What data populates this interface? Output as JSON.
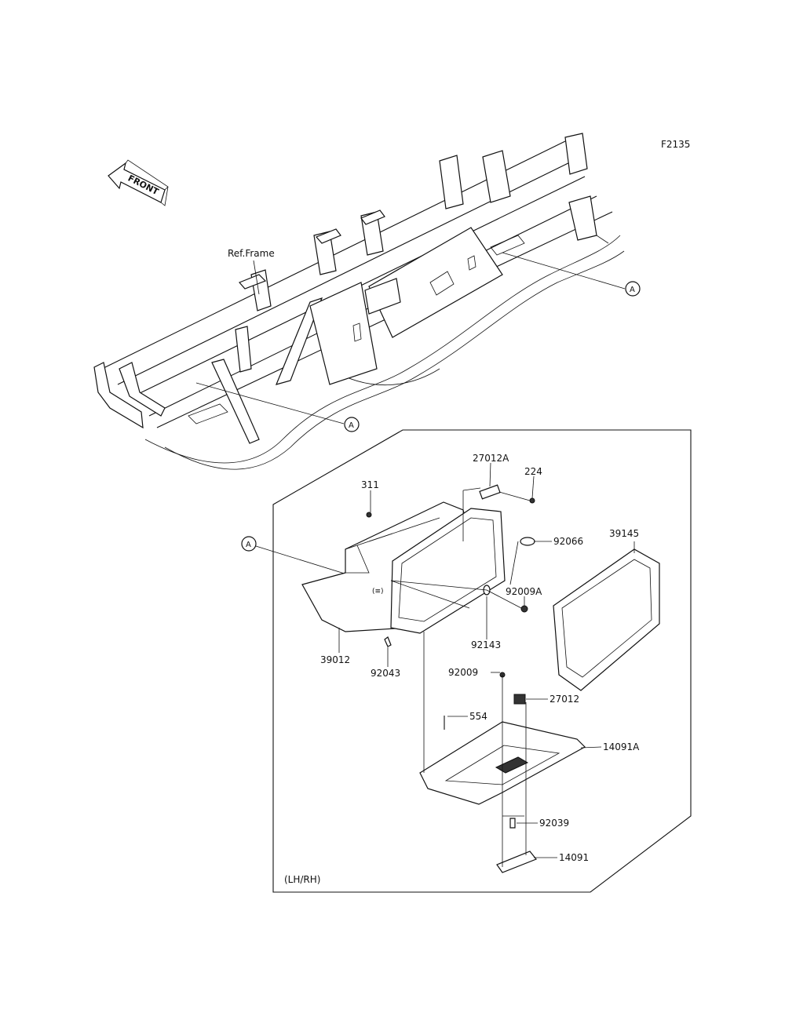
{
  "figure_code": "F2135",
  "direction_label": "FRONT",
  "frame_ref": "Ref.Frame",
  "ref_marker": "A",
  "side_note": "(LH/RH)",
  "callouts": [
    {
      "id": "270l2a",
      "text": "27012A"
    },
    {
      "id": "224",
      "text": "224"
    },
    {
      "id": "311",
      "text": "311"
    },
    {
      "id": "92066",
      "text": "92066"
    },
    {
      "id": "39145",
      "text": "39145"
    },
    {
      "id": "92009a",
      "text": "92009A"
    },
    {
      "id": "92143",
      "text": "92143"
    },
    {
      "id": "39012",
      "text": "39012"
    },
    {
      "id": "92043",
      "text": "92043"
    },
    {
      "id": "92009",
      "text": "92009"
    },
    {
      "id": "27012",
      "text": "27012"
    },
    {
      "id": "554",
      "text": "554"
    },
    {
      "id": "14091a",
      "text": "14091A"
    },
    {
      "id": "92039",
      "text": "92039"
    },
    {
      "id": "14091",
      "text": "14091"
    }
  ]
}
